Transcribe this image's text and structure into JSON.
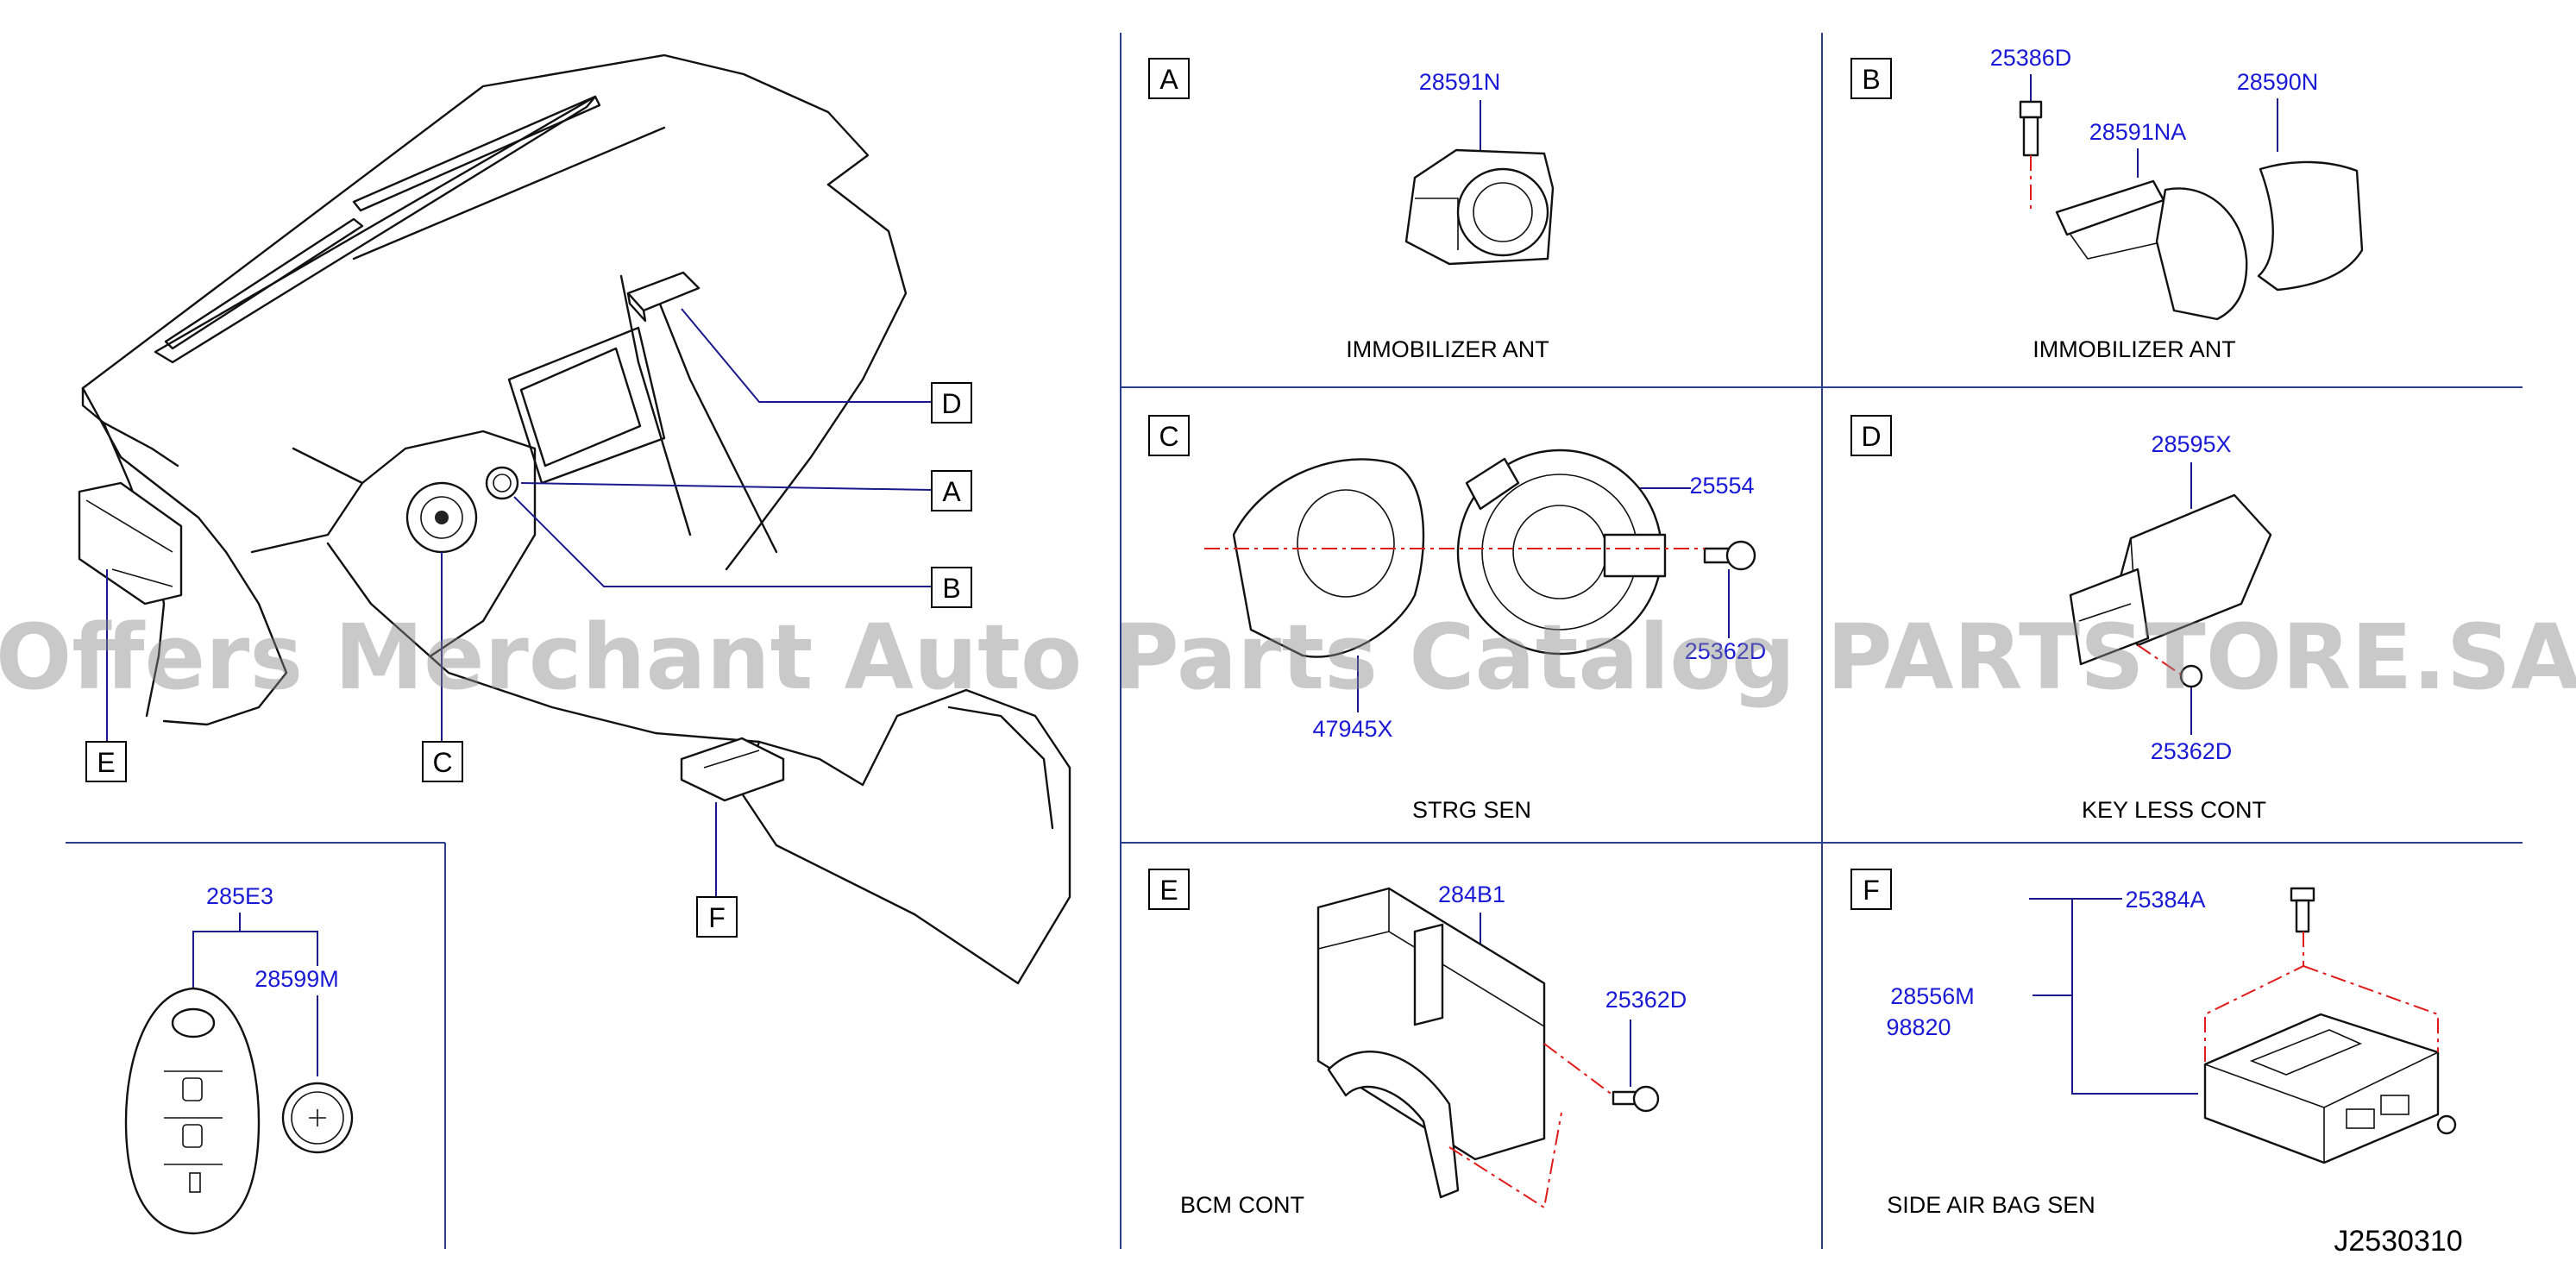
{
  "watermark": "Offers Merchant Auto Parts Catalog PARTSTORE.SA",
  "diagram_id": "J2530310",
  "overview": {
    "callouts": [
      "A",
      "B",
      "C",
      "D",
      "E",
      "F"
    ]
  },
  "key_fob": {
    "part_numbers": [
      "285E3",
      "28599M"
    ]
  },
  "panels": {
    "A": {
      "letter": "A",
      "parts": [
        "28591N"
      ],
      "caption": "IMMOBILIZER   ANT"
    },
    "B": {
      "letter": "B",
      "parts": [
        "25386D",
        "28591NA",
        "28590N"
      ],
      "caption": "IMMOBILIZER   ANT"
    },
    "C": {
      "letter": "C",
      "parts": [
        "25554",
        "25362D",
        "47945X"
      ],
      "caption": "STRG   SEN"
    },
    "D": {
      "letter": "D",
      "parts": [
        "28595X",
        "25362D"
      ],
      "caption": "KEY   LESS   CONT"
    },
    "E": {
      "letter": "E",
      "parts": [
        "284B1",
        "25362D"
      ],
      "caption": "BCM   CONT"
    },
    "F": {
      "letter": "F",
      "parts": [
        "25384A",
        "28556M",
        "98820"
      ],
      "caption": "SIDE   AIR   BAG   SEN"
    }
  }
}
